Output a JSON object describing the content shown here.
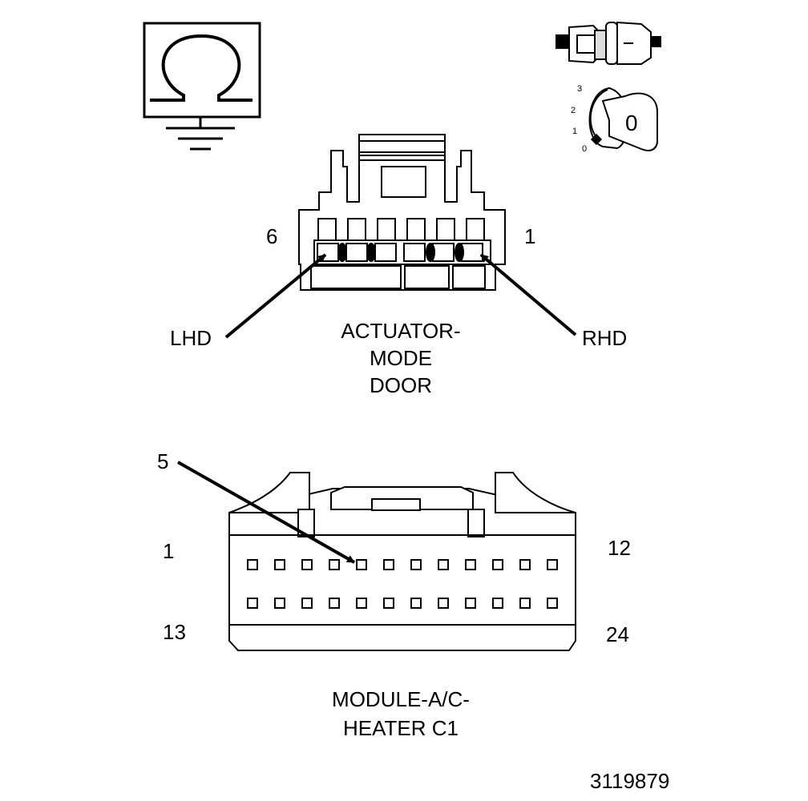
{
  "icons": {
    "ohmmeter": "ohm-ground-icon",
    "connector": "connector-disconnected-icon",
    "ignition": "ignition-key-off-icon"
  },
  "ignition": {
    "positions": [
      "3",
      "2",
      "1",
      "0"
    ],
    "key_label": "0"
  },
  "actuator": {
    "title_lines": [
      "ACTUATOR-",
      "MODE",
      "DOOR"
    ],
    "pin_left": "6",
    "pin_right": "1",
    "callout_left": "LHD",
    "callout_right": "RHD"
  },
  "module": {
    "title_lines": [
      "MODULE-A/C-",
      "HEATER C1"
    ],
    "pin_top_left": "1",
    "pin_top_right": "12",
    "pin_bottom_left": "13",
    "pin_bottom_right": "24",
    "callout_pin": "5"
  },
  "figure_id": "3119879",
  "colors": {
    "line": "#000000",
    "background": "#ffffff",
    "shade": "#cccccc"
  }
}
